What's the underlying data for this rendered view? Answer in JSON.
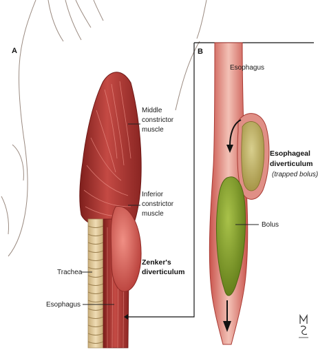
{
  "panels": {
    "a": "A",
    "b": "B"
  },
  "labels": {
    "middle_constrictor": [
      "Middle",
      "constrictor",
      "muscle"
    ],
    "inferior_constrictor": [
      "Inferior",
      "constrictor",
      "muscle"
    ],
    "zenkers": [
      "Zenker's",
      "diverticulum"
    ],
    "trachea": "Trachea",
    "esophagus_a": "Esophagus",
    "esophagus_b": "Esophagus",
    "esophageal_div": [
      "Esophageal",
      "diverticulum"
    ],
    "trapped_bolus": "(trapped bolus)",
    "bolus": "Bolus"
  },
  "colors": {
    "muscle": "#b23a36",
    "muscle_light": "#d46a63",
    "lumen_pink": "#f1b7ad",
    "bolus_green": "#7c9a2a",
    "diverticulum_tan": "#b8a95a",
    "trachea_tan": "#e4cfa2"
  }
}
